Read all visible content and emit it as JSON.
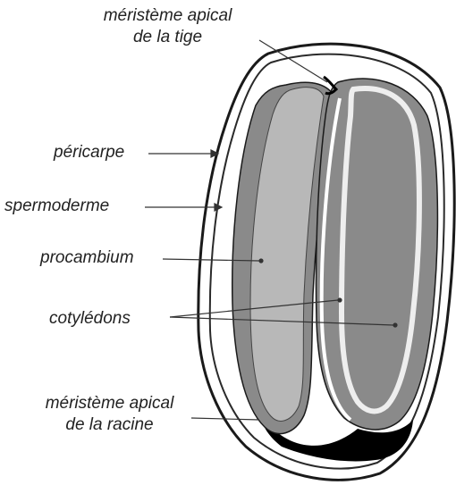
{
  "title": "",
  "labels": {
    "meristem_shoot": {
      "line1": "méristème apical",
      "line2": "de la tige"
    },
    "pericarp": "péricarpe",
    "seed_coat": "spermoderme",
    "procambium": "procambium",
    "cotyledons": "cotylédons",
    "meristem_root": {
      "line1": "méristème apical",
      "line2": "de la racine"
    }
  },
  "colors": {
    "outline": "#1a1a1a",
    "cotyledon_fill": "#8a8a8a",
    "procambium_fill": "#b8b8b8",
    "dark_tissue": "#000000",
    "background": "#ffffff"
  }
}
